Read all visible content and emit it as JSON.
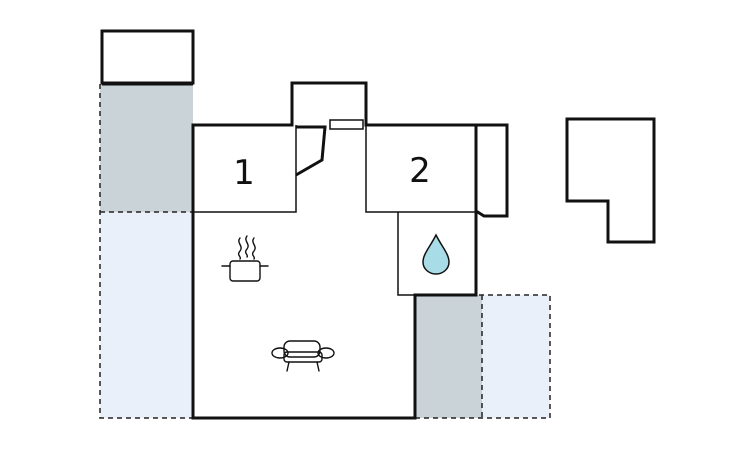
{
  "rooms": [
    {
      "id": "bedroom-1",
      "label": "1"
    },
    {
      "id": "bedroom-2",
      "label": "2"
    }
  ],
  "icons": {
    "kitchen": "cooking-pot-icon",
    "living": "sofa-icon",
    "bathroom": "water-drop-icon"
  },
  "colors": {
    "terrace_covered": "#c9d3d8",
    "terrace_open": "#eaf0f9",
    "water_drop": "#a8dde8",
    "walls": "#111111"
  }
}
